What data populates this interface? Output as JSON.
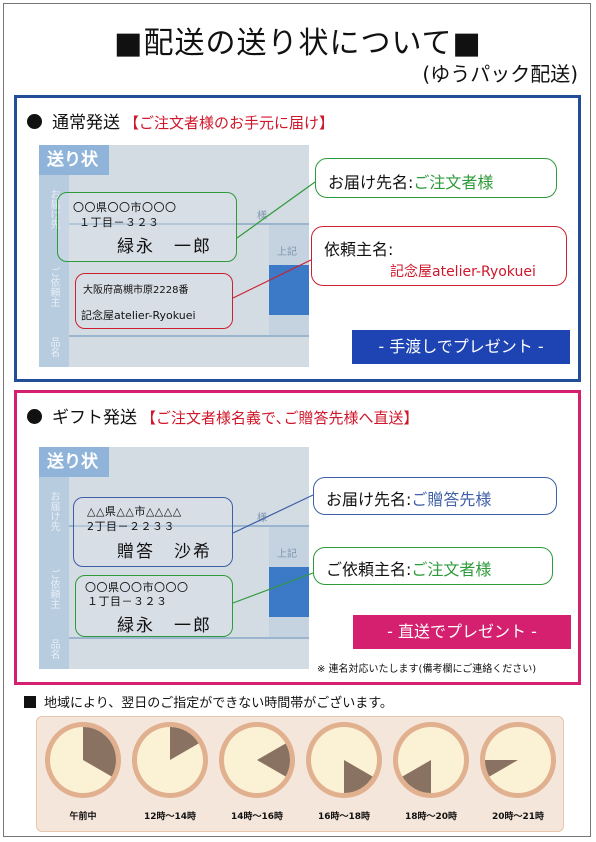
{
  "title": "■配送の送り状について■",
  "subtitle": "(ゆうパック配送)",
  "normal": {
    "heading": "通常発送",
    "note": "【ご注文者様のお手元に届け】",
    "label_title": "送り状",
    "side_top": "お届け先",
    "side_mid": "ご依頼主",
    "side_bottom": "品名",
    "recipient_line1": "〇〇県〇〇市〇〇〇",
    "recipient_line2": "１丁目－３２３",
    "recipient_name": "緑永　一郎",
    "sender_addr": "大阪府高槻市原2228番",
    "sender_name": "記念屋atelier-Ryokuei",
    "sama": "様",
    "right_small": "上記",
    "callout1_label": "お届け先名:",
    "callout1_value": "ご注文者様",
    "callout2_label": "依頼主名:",
    "callout2_value": "記念屋atelier-Ryokuei",
    "button": "- 手渡しでプレゼント -"
  },
  "gift": {
    "heading": "ギフト発送",
    "note": "【ご注文者様名義で､ご贈答先様へ直送】",
    "label_title": "送り状",
    "side_top": "お届け先",
    "side_mid": "ご依頼主",
    "side_bottom": "品名",
    "recipient_line1": "△△県△△市△△△△",
    "recipient_line2": "2丁目－２２３３",
    "recipient_name": "贈答　沙希",
    "sender_line1": "〇〇県〇〇市〇〇〇",
    "sender_line2": "１丁目－３２３",
    "sender_name": "緑永　一郎",
    "sama": "様",
    "right_small": "上記",
    "callout1_label": "お届け先名:",
    "callout1_value": "ご贈答先様",
    "callout2_label": "ご依頼主名:",
    "callout2_value": "ご注文者様",
    "button": "- 直送でプレゼント -",
    "footnote": "※ 連名対応いたします(備考欄にご連絡ください)"
  },
  "time_section": {
    "heading": "地域により、翌日のご指定ができない時間帯がございます。",
    "slots": [
      {
        "label": "午前中",
        "from_hour": 0,
        "to_hour": 4
      },
      {
        "label": "12時～14時",
        "from_hour": 0,
        "to_hour": 2
      },
      {
        "label": "14時～16時",
        "from_hour": 2,
        "to_hour": 4
      },
      {
        "label": "16時～18時",
        "from_hour": 4,
        "to_hour": 6
      },
      {
        "label": "18時～20時",
        "from_hour": 6,
        "to_hour": 8
      },
      {
        "label": "20時～21時",
        "from_hour": 8,
        "to_hour": 9
      }
    ]
  },
  "colors": {
    "navy": "#234d96",
    "magenta": "#d4206e",
    "red": "#d0162a",
    "green": "#2e9a3a",
    "blue_text": "#3f5fa8",
    "clock_face": "#fbf2d6",
    "clock_rim": "#e0b08f",
    "clock_wedge": "#8a7262"
  }
}
